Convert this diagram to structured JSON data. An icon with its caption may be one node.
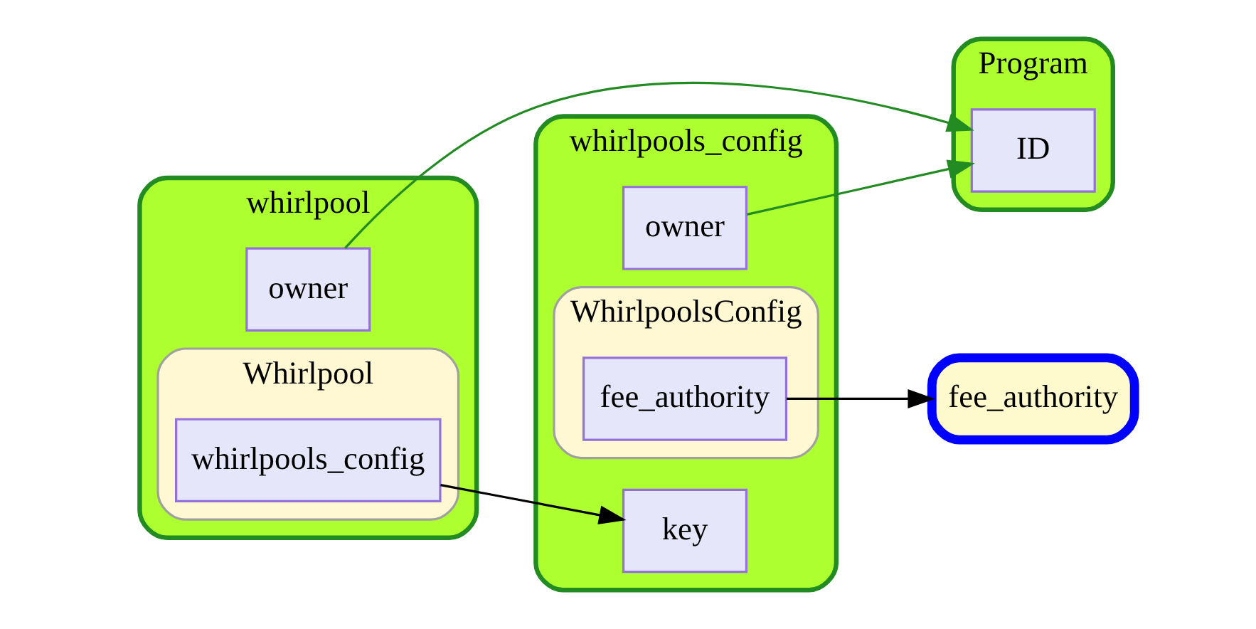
{
  "diagram": {
    "nodes": [
      {
        "text": [
          "whirlpool"
        ]
      },
      {
        "text": [
          "owner"
        ],
        "in": 0
      },
      {
        "text": [
          "Whirlpool"
        ],
        "in": 0
      },
      {
        "text": [
          "whirlpools_config"
        ],
        "in": 2
      },
      {
        "text": [
          "whirlpools_config"
        ]
      },
      {
        "text": [
          "owner"
        ],
        "in": 4
      },
      {
        "text": [
          "key"
        ],
        "in": 4
      },
      {
        "text": [
          "WhirlpoolsConfig"
        ],
        "in": 4
      },
      {
        "text": [
          "fee_authority"
        ],
        "in": 7
      },
      {
        "text": [
          "Program"
        ]
      },
      {
        "text": [
          "ID"
        ],
        "in": 9
      },
      {
        "text": [
          "fee_authority"
        ]
      }
    ],
    "edges": [
      {
        "from": 1,
        "to": 10,
        "arrow": "to",
        "color": "#228b22"
      },
      {
        "from": 3,
        "to": 6,
        "arrow": "to",
        "color": "#000000"
      },
      {
        "from": 5,
        "to": 10,
        "arrow": "to",
        "color": "#228b22"
      },
      {
        "from": 8,
        "to": 11,
        "arrow": "to",
        "color": "#000000"
      }
    ]
  }
}
